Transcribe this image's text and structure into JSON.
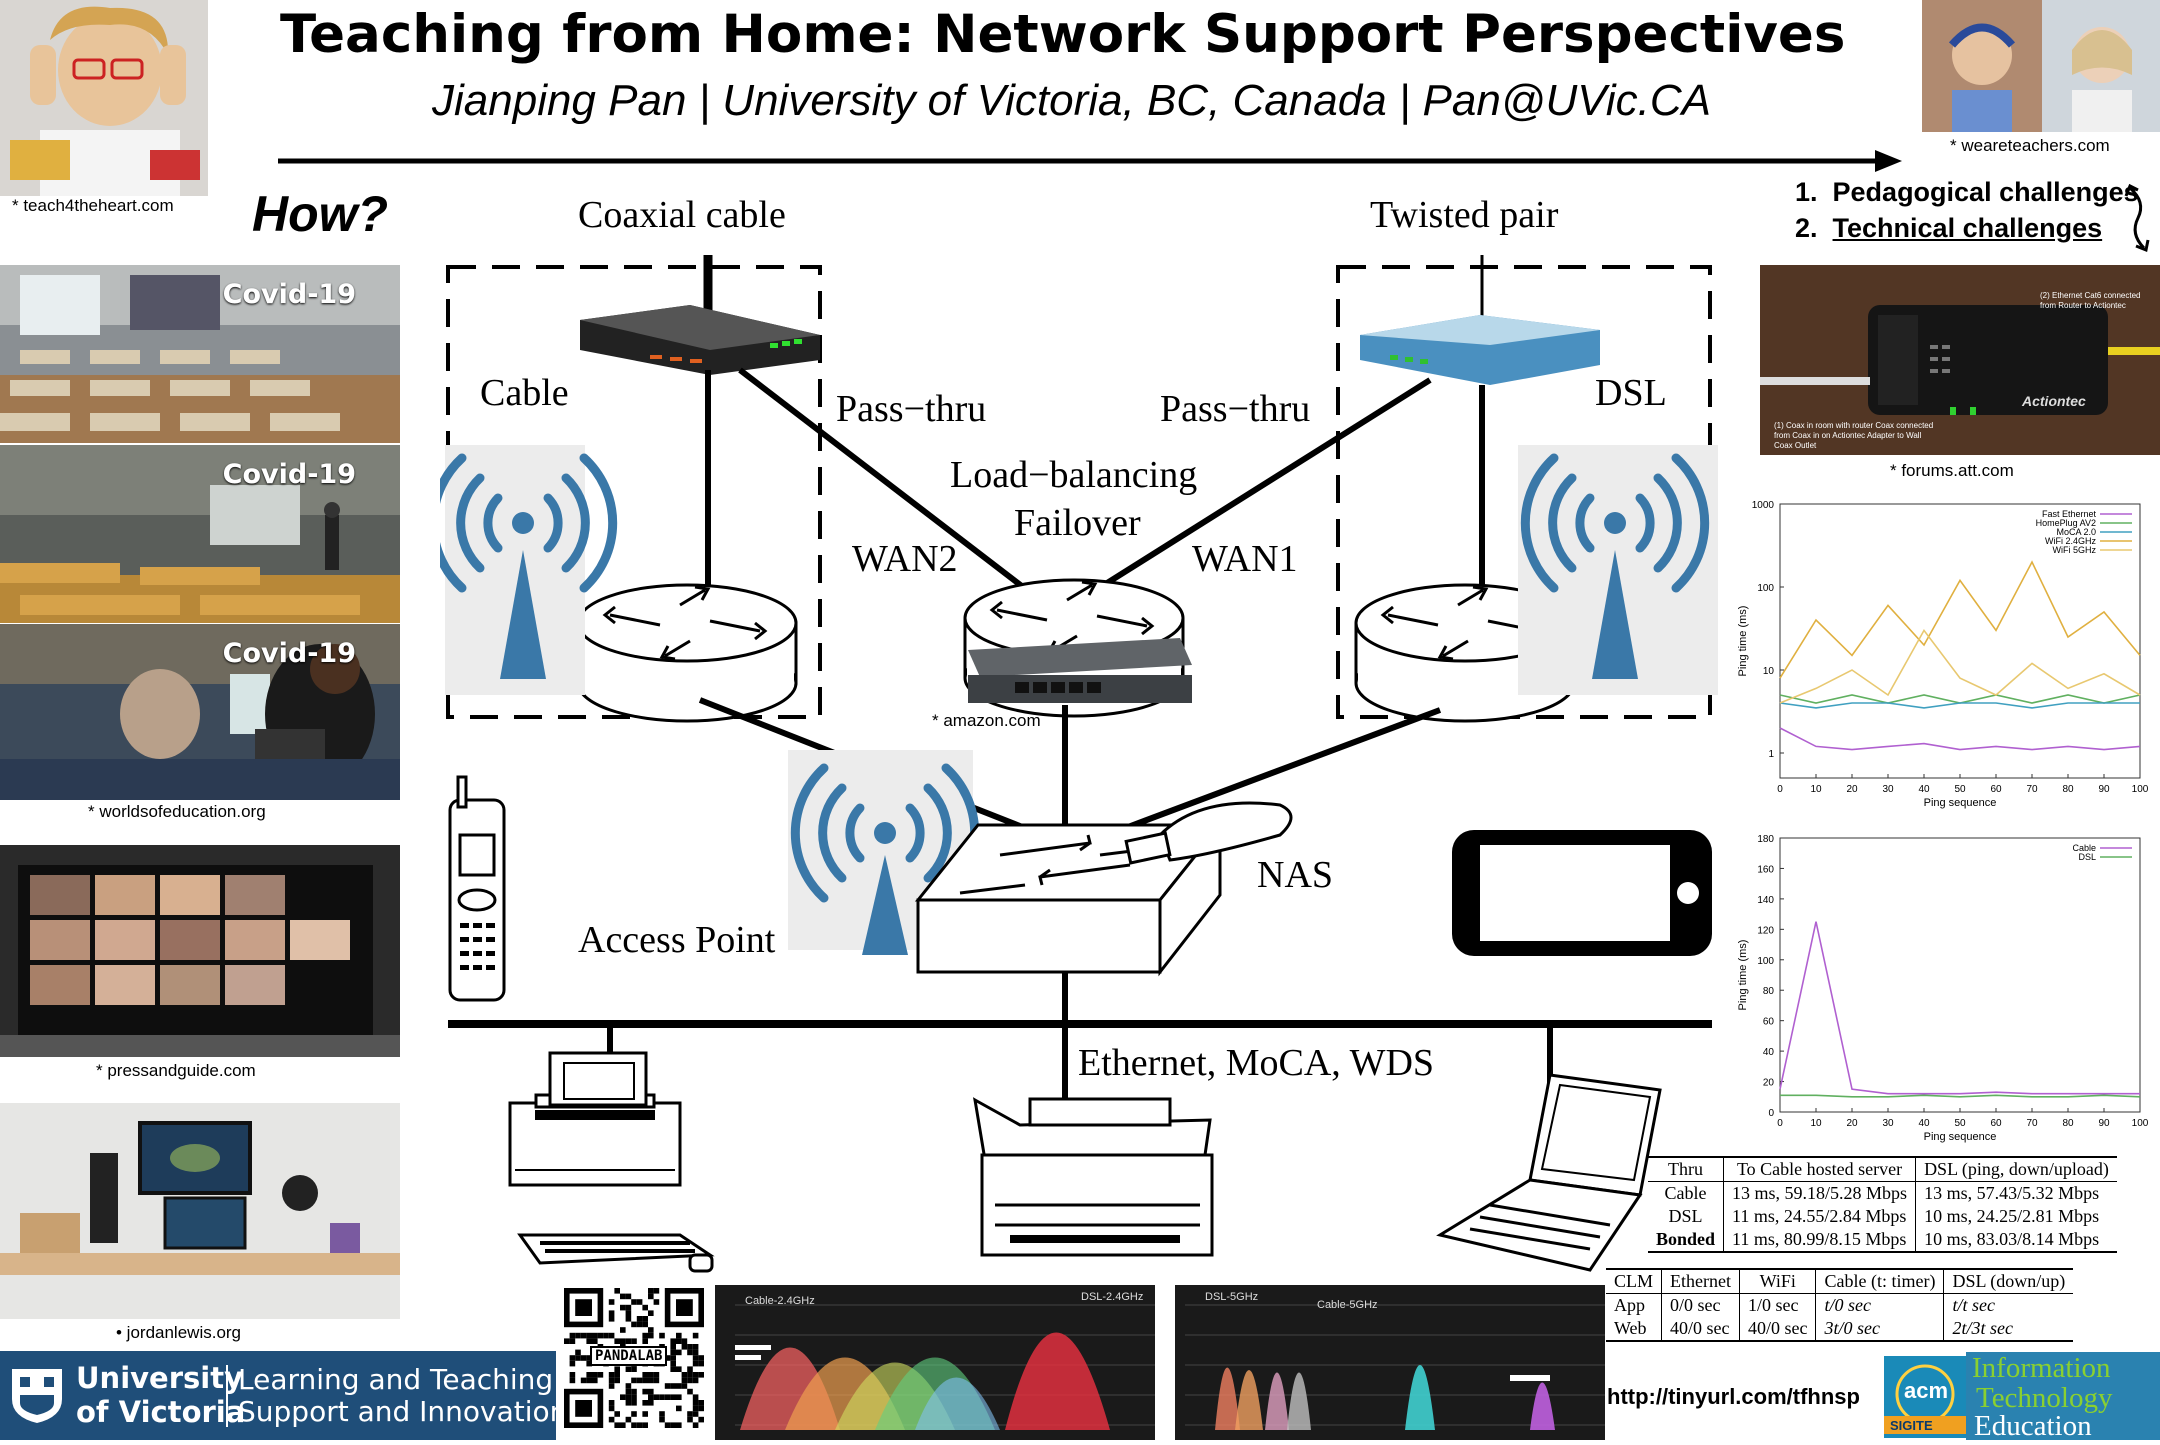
{
  "header": {
    "title": "Teaching from Home: Network Support Perspectives",
    "subtitle": "Jianping Pan | University of Victoria, BC, Canada | Pan@UVic.CA"
  },
  "how_label": "How?",
  "left_photos": [
    {
      "caption": "* teach4theheart.com"
    },
    {
      "badge": "Covid-19"
    },
    {
      "badge": "Covid-19"
    },
    {
      "badge": "Covid-19",
      "caption": "* worldsofeducation.org"
    },
    {
      "caption": "* pressandguide.com"
    },
    {
      "caption": "• jordanlewis.org"
    }
  ],
  "right_top_photo": {
    "caption": "* weareteachers.com"
  },
  "challenges": [
    "Pedagogical challenges",
    "Technical challenges"
  ],
  "actiontec_photo": {
    "caption": "* forums.att.com",
    "note_top": "(2) Ethernet Cat6 connected from Router to Actiontec",
    "note_bottom": "(1) Coax in room with router Coax connected from Coax in on Actiontec Adapter to Wall Coax Outlet",
    "brand": "Actiontec"
  },
  "diagram": {
    "coax_label": "Coaxial cable",
    "twisted_label": "Twisted pair",
    "cable_label": "Cable",
    "dsl_label": "DSL",
    "passthru_left": "Pass−thru",
    "passthru_right": "Pass−thru",
    "load_balancing": "Load−balancing",
    "failover": "Failover",
    "wan2": "WAN2",
    "wan1": "WAN1",
    "amazon_caption": "* amazon.com",
    "nas_label": "NAS",
    "access_point_label": "Access Point",
    "ethernet_label": "Ethernet, MoCA, WDS"
  },
  "chart_data": [
    {
      "type": "line",
      "x": [
        0,
        10,
        20,
        30,
        40,
        50,
        60,
        70,
        80,
        90,
        100
      ],
      "xlabel": "Ping sequence",
      "ylabel": "Ping time (ms)",
      "y_scale": "log",
      "ylim": [
        0.5,
        1000
      ],
      "y_ticks": [
        "1",
        "10",
        "100",
        "1000"
      ],
      "x_ticks": [
        "0",
        "10",
        "20",
        "30",
        "40",
        "50",
        "60",
        "70",
        "80",
        "90",
        "100"
      ],
      "legend": "top-right",
      "series": [
        {
          "name": "Fast Ethernet",
          "color": "#b060d0",
          "values": [
            2,
            1.2,
            1.1,
            1.2,
            1.3,
            1.1,
            1.2,
            1.1,
            1.2,
            1.1,
            1.2
          ]
        },
        {
          "name": "HomePlug AV2",
          "color": "#60b060",
          "values": [
            5,
            4,
            5,
            4,
            5,
            4,
            5,
            4,
            5,
            4,
            5
          ]
        },
        {
          "name": "MoCA 2.0",
          "color": "#40a0c0",
          "values": [
            4,
            3.5,
            4,
            4,
            3.5,
            4,
            4,
            3.5,
            4,
            4,
            4
          ]
        },
        {
          "name": "WiFi 2.4GHz",
          "color": "#e0b040",
          "values": [
            8,
            40,
            15,
            60,
            20,
            120,
            30,
            200,
            25,
            50,
            15
          ]
        },
        {
          "name": "WiFi 5GHz",
          "color": "#e8c870",
          "values": [
            4,
            6,
            10,
            5,
            30,
            8,
            5,
            12,
            6,
            9,
            5
          ]
        }
      ]
    },
    {
      "type": "line",
      "x": [
        0,
        10,
        20,
        30,
        40,
        50,
        60,
        70,
        80,
        90,
        100
      ],
      "xlabel": "Ping sequence",
      "ylabel": "Ping time (ms)",
      "ylim": [
        0,
        180
      ],
      "y_ticks": [
        "0",
        "20",
        "40",
        "60",
        "80",
        "100",
        "120",
        "140",
        "160",
        "180"
      ],
      "x_ticks": [
        "0",
        "10",
        "20",
        "30",
        "40",
        "50",
        "60",
        "70",
        "80",
        "90",
        "100"
      ],
      "legend": "top-right",
      "series": [
        {
          "name": "Cable",
          "color": "#b060d0",
          "values": [
            15,
            125,
            15,
            12,
            12,
            12,
            13,
            12,
            12,
            12,
            12
          ]
        },
        {
          "name": "DSL",
          "color": "#60b060",
          "values": [
            11,
            11,
            10,
            10,
            11,
            10,
            11,
            10,
            10,
            11,
            10
          ]
        }
      ]
    }
  ],
  "table1": {
    "headers": [
      "Thru",
      "To Cable hosted server",
      "DSL (ping, down/upload)"
    ],
    "rows": [
      [
        "Cable",
        "13 ms, 59.18/5.28 Mbps",
        "13 ms, 57.43/5.32 Mbps"
      ],
      [
        "DSL",
        "11 ms, 24.55/2.84 Mbps",
        "10 ms, 24.25/2.81 Mbps"
      ],
      [
        "Bonded",
        "11 ms, 80.99/8.15 Mbps",
        "10 ms, 83.03/8.14 Mbps"
      ]
    ]
  },
  "table2": {
    "headers": [
      "CLM",
      "Ethernet",
      "WiFi",
      "Cable (t: timer)",
      "DSL (down/up)"
    ],
    "rows": [
      [
        "App",
        "0/0 sec",
        "1/0 sec",
        "t/0 sec",
        "t/t sec"
      ],
      [
        "Web",
        "40/0 sec",
        "40/0 sec",
        "3t/0 sec",
        "2t/3t sec"
      ]
    ]
  },
  "footer": {
    "uvic_line1": "University",
    "uvic_line2": "of Victoria",
    "ltsi_line1": "Learning and Teaching",
    "ltsi_line2": "Support and Innovation",
    "qr_label": "PANDALAB",
    "url": "http://tinyurl.com/tfhnsp",
    "acm_logo": "acm",
    "sigite": "SIGITE",
    "ite_line1": "Information",
    "ite_line2": "Technology",
    "ite_line3": "Education",
    "wifi_left_tag1": "Cable-2.4GHz",
    "wifi_left_tag2": "DSL-2.4GHz",
    "wifi_right_tag1": "DSL-5GHz",
    "wifi_right_tag2": "Cable-5GHz"
  },
  "colors": {
    "uvic_blue": "#1f4e79",
    "router_blue": "#3a78a8",
    "arrow": "#000000"
  }
}
